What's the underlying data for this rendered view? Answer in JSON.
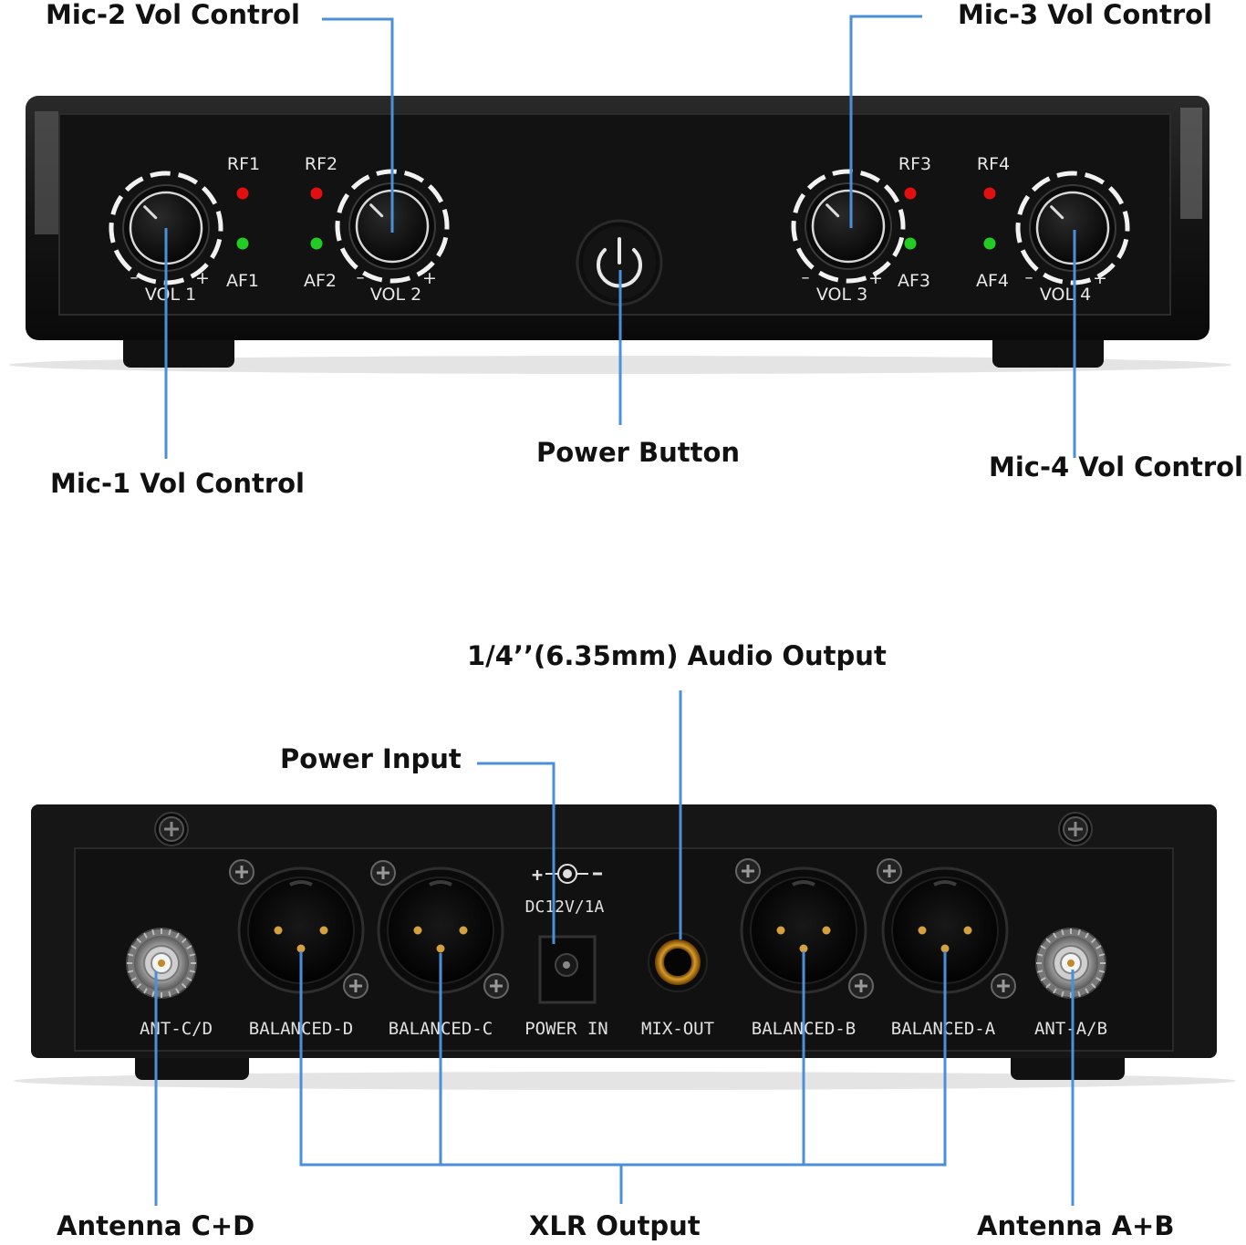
{
  "callouts": {
    "mic2": "Mic-2 Vol Control",
    "mic3": "Mic-3 Vol Control",
    "mic1": "Mic-1 Vol Control",
    "power_button": "Power Button",
    "mic4": "Mic-4 Vol Control",
    "audio_output": "1/4’’(6.35mm) Audio Output",
    "power_input": "Power Input",
    "antenna_cd": "Antenna C+D",
    "xlr_output": "XLR Output",
    "antenna_ab": "Antenna A+B"
  },
  "front_panel": {
    "channels": [
      {
        "rf": "RF1",
        "af": "AF1",
        "vol": "VOL 1",
        "minus": "–",
        "plus": "+"
      },
      {
        "rf": "RF2",
        "af": "AF2",
        "vol": "VOL 2",
        "minus": "–",
        "plus": "+"
      },
      {
        "rf": "RF3",
        "af": "AF3",
        "vol": "VOL 3",
        "minus": "–",
        "plus": "+"
      },
      {
        "rf": "RF4",
        "af": "AF4",
        "vol": "VOL 4",
        "minus": "–",
        "plus": "+"
      }
    ],
    "rf_led_color": "#e01010",
    "af_led_color": "#22cc22"
  },
  "rear_panel": {
    "ant_cd": "ANT-C/D",
    "balanced_d": "BALANCED-D",
    "balanced_c": "BALANCED-C",
    "power_in": "POWER IN",
    "dc_rating": "DC12V/1A",
    "mix_out": "MIX-OUT",
    "balanced_b": "BALANCED-B",
    "balanced_a": "BALANCED-A",
    "ant_ab": "ANT-A/B"
  },
  "colors": {
    "leader_line": "#4a90d9",
    "chassis": "#1a1a1a"
  }
}
